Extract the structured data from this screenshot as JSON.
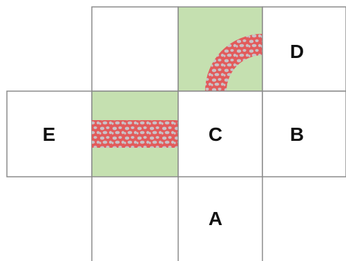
{
  "labels": {
    "a": "A",
    "b": "B",
    "c": "C",
    "d": "D",
    "e": "E"
  },
  "colors": {
    "grid_line": "#8a8a8a",
    "grass": "#c5e0b0",
    "path_fill": "#e25b5b",
    "stone": "#c9c1c6"
  }
}
